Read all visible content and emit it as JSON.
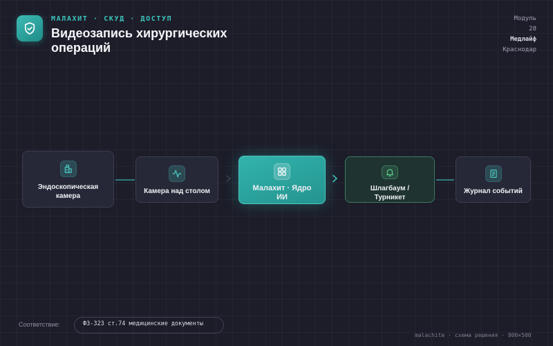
{
  "header": {
    "eyebrow": "МАЛАХИТ · СКУД · ДОСТУП",
    "title": "Видеозапись хирургических операций",
    "logo_icon": "shield-check-icon"
  },
  "meta": {
    "module_label": "Модуль",
    "module_number": "28",
    "client": "Медлайф",
    "city": "Краснодар"
  },
  "nodes": [
    {
      "label": "Эндоскопическая камера",
      "icon": "building-icon"
    },
    {
      "label": "Камера над столом",
      "icon": "activity-icon"
    },
    {
      "label": "Малахит · Ядро ИИ",
      "icon": "grid-icon"
    },
    {
      "label": "Шлагбаум / Турникет",
      "icon": "bell-icon"
    },
    {
      "label": "Журнал событий",
      "icon": "document-icon"
    }
  ],
  "colors": {
    "background": "#1c1d29",
    "accent": "#33b3ad",
    "node": "#262837",
    "output_node": "#1f3330"
  },
  "footer": {
    "compliance_label": "Соответствие:",
    "compliance_value": "ФЗ-323 ст.74 медицинские документы",
    "footnote": "malachite · схема решения · 800×500"
  }
}
